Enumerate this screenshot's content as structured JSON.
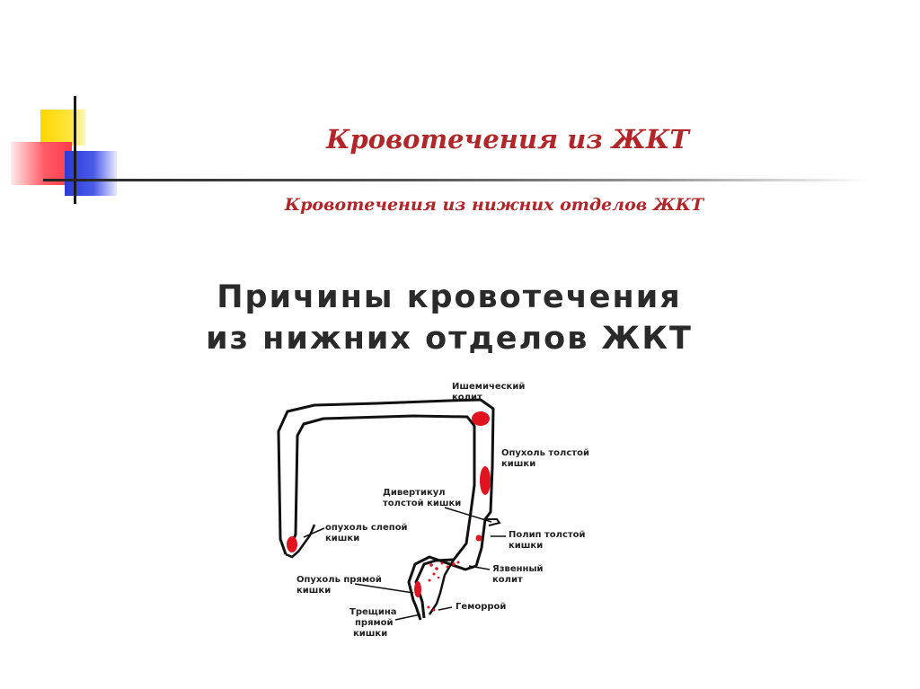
{
  "slide": {
    "title": "Кровотечения из ЖКТ",
    "subtitle": "Кровотечения из нижних отделов ЖКТ",
    "heading_line1": "Причины кровотечения",
    "heading_line2": "из нижних отделов ЖКТ"
  },
  "diagram": {
    "labels": {
      "ischemic_1": "Ишемический",
      "ischemic_2": "колит",
      "colon_tumor_1": "Опухоль толстой",
      "colon_tumor_2": "кишки",
      "diverticulum_1": "Дивертикул",
      "diverticulum_2": "толстой кишки",
      "cecum_tumor_1": "опухоль слепой",
      "cecum_tumor_2": "кишки",
      "polyp_1": "Полип толстой",
      "polyp_2": "кишки",
      "ulcerative_1": "Язвенный",
      "ulcerative_2": "колит",
      "rectal_tumor_1": "Опухоль прямой",
      "rectal_tumor_2": "кишки",
      "hemorrhoid": "Геморрой",
      "fissure_1": "Трещина",
      "fissure_2": "прямой",
      "fissure_3": "кишки"
    },
    "colors": {
      "lesion": "#e0141e",
      "outline": "#111111"
    }
  }
}
